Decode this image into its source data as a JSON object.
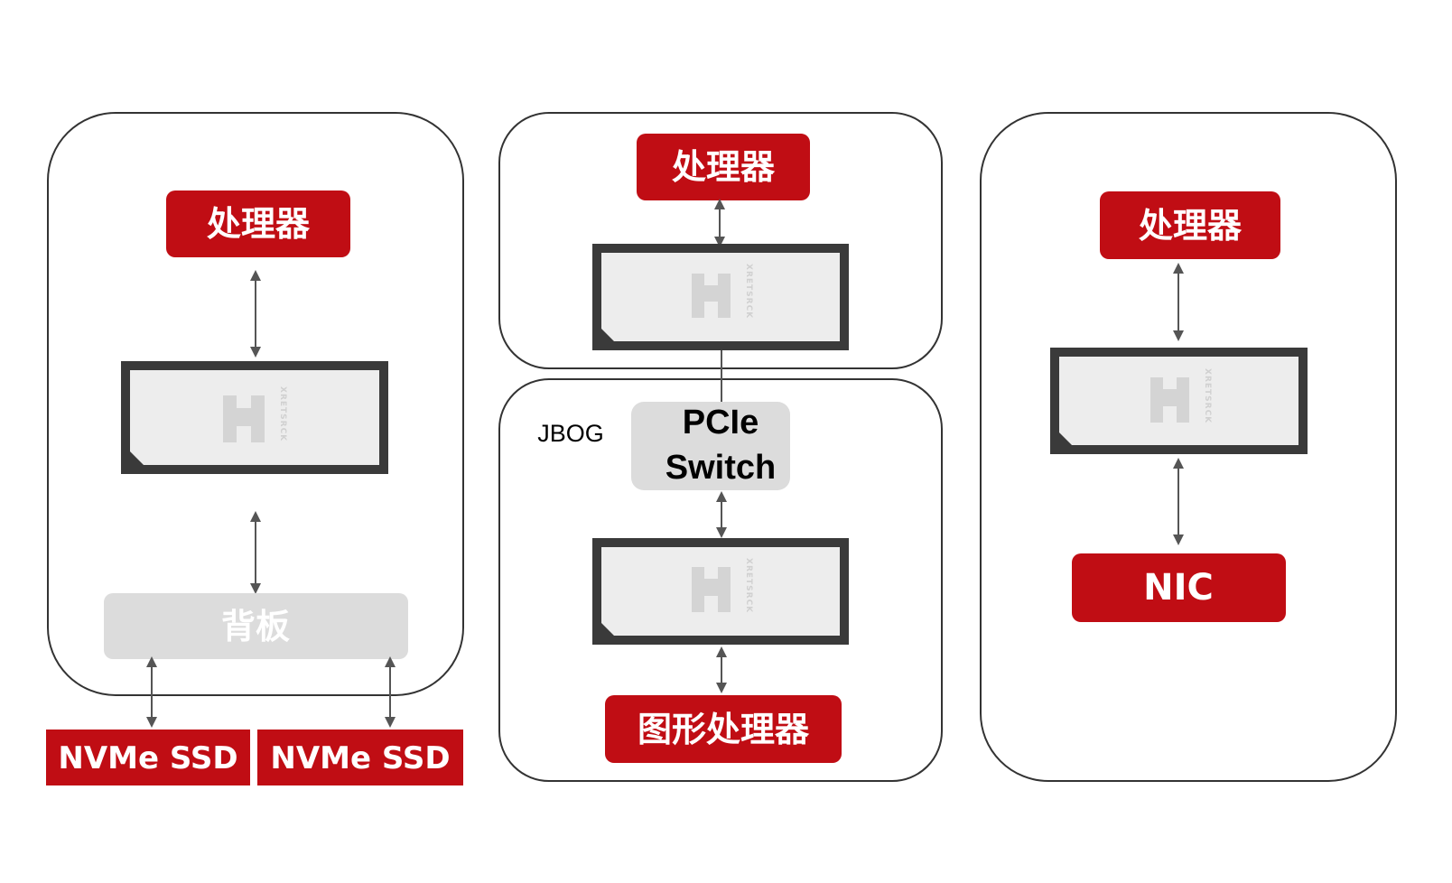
{
  "panels": {
    "storage": {
      "processor": "处理器",
      "backplane": "背板",
      "ssd_left": "NVMe SSD",
      "ssd_right": "NVMe SSD"
    },
    "gpu": {
      "processor": "处理器",
      "jbog": "JBOG",
      "switch_line1": "PCIe",
      "switch_line2": "Switch",
      "gpu": "图形处理器"
    },
    "network": {
      "processor": "处理器",
      "nic": "NIC"
    }
  },
  "card_logo_text": "XRETSRCK",
  "colors": {
    "accent_red": "#c00d14",
    "switch_grey": "#dcdcdc",
    "card_frame": "#3a3a3a"
  }
}
